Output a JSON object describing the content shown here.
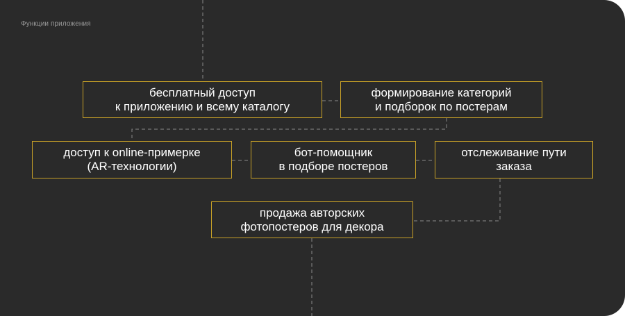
{
  "section_label": "Функции приложения",
  "colors": {
    "background": "#2a2a2a",
    "box_border": "#c9a227",
    "connector": "#8a8a8a",
    "text": "#ffffff",
    "label": "#9a9a9a"
  },
  "features": {
    "free_access": "бесплатный доступ\nк приложению и всему каталогу",
    "categories": "формирование категорий\nи подборок по постерам",
    "ar_fitting": "доступ к online-примерке\n(AR-технологии)",
    "bot_helper": "бот-помощник\nв подборе постеров",
    "order_tracking": "отслеживание пути\nзаказа",
    "poster_sales": "продажа авторских\nфотопостеров для декора"
  }
}
